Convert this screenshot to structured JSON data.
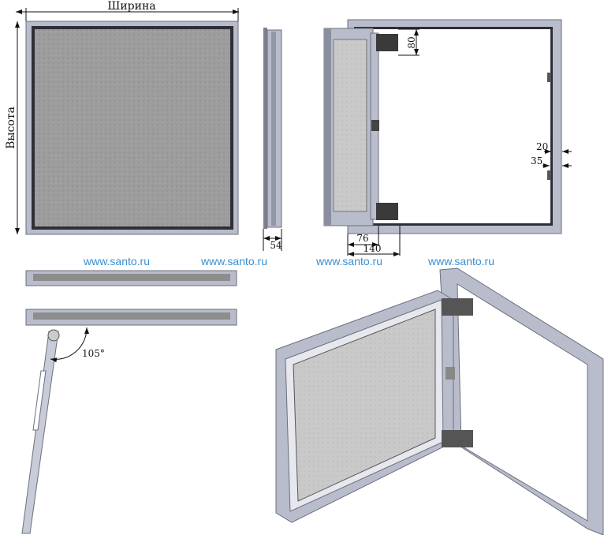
{
  "labels": {
    "width": "Ширина",
    "height": "Высота"
  },
  "dimensions": {
    "depth": "54",
    "hinge_offset": "80",
    "gap_a": "20",
    "gap_b": "35",
    "offset_a": "76",
    "offset_b": "140",
    "opening_angle": "105°"
  },
  "watermarks": [
    "www.santo.ru",
    "www.santo.ru",
    "www.santo.ru",
    "www.santo.ru"
  ],
  "colors": {
    "frame": "#b8bccb",
    "frame_dark": "#6c6f7e",
    "panel": "#9d9d9d",
    "watermark": "#3a8fd0"
  }
}
